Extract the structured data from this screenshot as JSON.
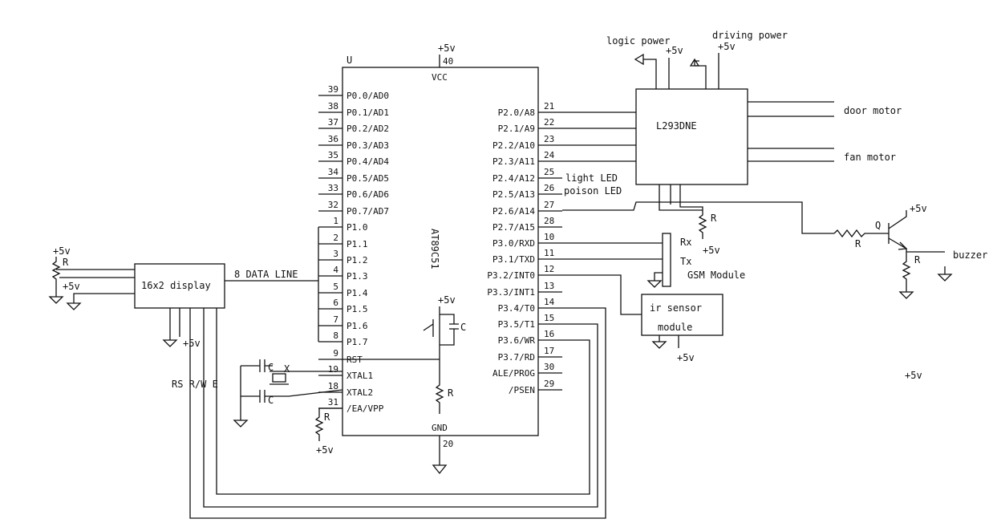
{
  "mcu": {
    "ref": "U",
    "part": "AT89C51",
    "vcc_label": "VCC",
    "vcc_supply": "+5v",
    "vcc_pin": "40",
    "gnd_label": "GND",
    "gnd_pin": "20",
    "left_pins": [
      {
        "num": "39",
        "name": "P0.0/AD0"
      },
      {
        "num": "38",
        "name": "P0.1/AD1"
      },
      {
        "num": "37",
        "name": "P0.2/AD2"
      },
      {
        "num": "36",
        "name": "P0.3/AD3"
      },
      {
        "num": "35",
        "name": "P0.4/AD4"
      },
      {
        "num": "34",
        "name": "P0.5/AD5"
      },
      {
        "num": "33",
        "name": "P0.6/AD6"
      },
      {
        "num": "32",
        "name": "P0.7/AD7"
      },
      {
        "num": "1",
        "name": "P1.0"
      },
      {
        "num": "2",
        "name": "P1.1"
      },
      {
        "num": "3",
        "name": "P1.2"
      },
      {
        "num": "4",
        "name": "P1.3"
      },
      {
        "num": "5",
        "name": "P1.4"
      },
      {
        "num": "6",
        "name": "P1.5"
      },
      {
        "num": "7",
        "name": "P1.6"
      },
      {
        "num": "8",
        "name": "P1.7"
      },
      {
        "num": "9",
        "name": "RST"
      },
      {
        "num": "19",
        "name": "XTAL1"
      },
      {
        "num": "18",
        "name": "XTAL2"
      },
      {
        "num": "31",
        "name": "/EA/VPP"
      }
    ],
    "right_pins": [
      {
        "num": "21",
        "name": "P2.0/A8"
      },
      {
        "num": "22",
        "name": "P2.1/A9"
      },
      {
        "num": "23",
        "name": "P2.2/A10"
      },
      {
        "num": "24",
        "name": "P2.3/A11"
      },
      {
        "num": "25",
        "name": "P2.4/A12"
      },
      {
        "num": "26",
        "name": "P2.5/A13"
      },
      {
        "num": "27",
        "name": "P2.6/A14"
      },
      {
        "num": "28",
        "name": "P2.7/A15"
      },
      {
        "num": "10",
        "name": "P3.0/RXD"
      },
      {
        "num": "11",
        "name": "P3.1/TXD"
      },
      {
        "num": "12",
        "name": "P3.2/INT0"
      },
      {
        "num": "13",
        "name": "P3.3/INT1"
      },
      {
        "num": "14",
        "name": "P3.4/T0"
      },
      {
        "num": "15",
        "name": "P3.5/T1"
      },
      {
        "num": "16",
        "name": "P3.6/WR"
      },
      {
        "num": "17",
        "name": "P3.7/RD"
      },
      {
        "num": "30",
        "name": "ALE/PROG"
      },
      {
        "num": "29",
        "name": "/PSEN"
      }
    ]
  },
  "driver": {
    "part": "L293DNE",
    "logic_power": "logic power",
    "logic_supply": "+5v",
    "driving_power": "driving power",
    "driving_supply": "+5v",
    "door_motor": "door motor",
    "fan_motor": "fan motor",
    "resistor": "R",
    "resistor_supply": "+5v"
  },
  "leds": {
    "light": "light LED",
    "poison": "poison LED"
  },
  "gsm": {
    "rx": "Rx",
    "tx": "Tx",
    "label": "GSM Module"
  },
  "ir": {
    "line1": "ir sensor",
    "line2": "module",
    "supply": "+5v"
  },
  "buzzer": {
    "label": "buzzer",
    "transistor": "Q",
    "base_resistor": "R",
    "emitter_resistor": "R",
    "supply": "+5v"
  },
  "display": {
    "label": "16x2 display",
    "data_line": "8 DATA LINE",
    "supply_top": "+5v",
    "resistor": "R",
    "supply_mid": "+5v",
    "supply_right": "+5v",
    "control": "RS R/W E"
  },
  "reset": {
    "supply": "+5v",
    "cap": "C",
    "resistor": "R"
  },
  "crystal": {
    "cap1": "C",
    "cap2": "C",
    "x": "X"
  },
  "ea": {
    "resistor": "R",
    "supply": "+5v"
  },
  "misc": {
    "stray_supply": "+5v"
  }
}
